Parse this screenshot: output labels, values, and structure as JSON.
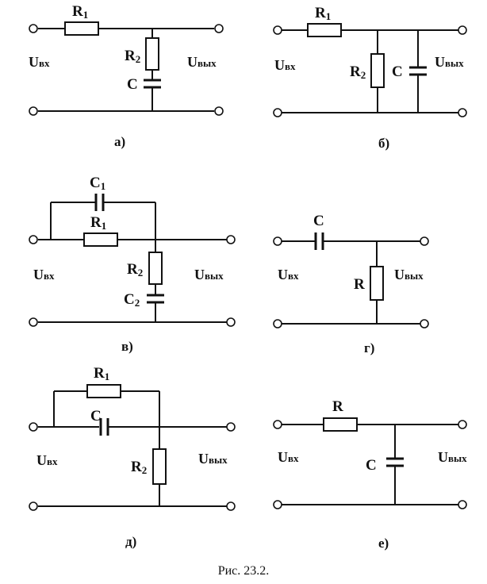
{
  "figure_caption": "Рис. 23.2.",
  "io_labels": {
    "input": "U",
    "input_sub": "вх",
    "output": "U",
    "output_sub": "вых"
  },
  "circuits": [
    {
      "id": "a",
      "caption": "а)",
      "components": [
        {
          "ref": "R1",
          "type": "resistor",
          "letter": "R",
          "index": "1"
        },
        {
          "ref": "R2",
          "type": "resistor",
          "letter": "R",
          "index": "2"
        },
        {
          "ref": "C",
          "type": "capacitor",
          "letter": "C",
          "index": ""
        }
      ]
    },
    {
      "id": "b",
      "caption": "б)",
      "components": [
        {
          "ref": "R1",
          "type": "resistor",
          "letter": "R",
          "index": "1"
        },
        {
          "ref": "R2",
          "type": "resistor",
          "letter": "R",
          "index": "2"
        },
        {
          "ref": "C",
          "type": "capacitor",
          "letter": "C",
          "index": ""
        }
      ]
    },
    {
      "id": "v",
      "caption": "в)",
      "components": [
        {
          "ref": "C1",
          "type": "capacitor",
          "letter": "C",
          "index": "1"
        },
        {
          "ref": "R1",
          "type": "resistor",
          "letter": "R",
          "index": "1"
        },
        {
          "ref": "R2",
          "type": "resistor",
          "letter": "R",
          "index": "2"
        },
        {
          "ref": "C2",
          "type": "capacitor",
          "letter": "C",
          "index": "2"
        }
      ]
    },
    {
      "id": "g",
      "caption": "г)",
      "components": [
        {
          "ref": "C",
          "type": "capacitor",
          "letter": "C",
          "index": ""
        },
        {
          "ref": "R",
          "type": "resistor",
          "letter": "R",
          "index": ""
        }
      ]
    },
    {
      "id": "d",
      "caption": "д)",
      "components": [
        {
          "ref": "R1",
          "type": "resistor",
          "letter": "R",
          "index": "1"
        },
        {
          "ref": "C",
          "type": "capacitor",
          "letter": "C",
          "index": ""
        },
        {
          "ref": "R2",
          "type": "resistor",
          "letter": "R",
          "index": "2"
        }
      ]
    },
    {
      "id": "e",
      "caption": "е)",
      "components": [
        {
          "ref": "R",
          "type": "resistor",
          "letter": "R",
          "index": ""
        },
        {
          "ref": "C",
          "type": "capacitor",
          "letter": "C",
          "index": ""
        }
      ]
    }
  ]
}
